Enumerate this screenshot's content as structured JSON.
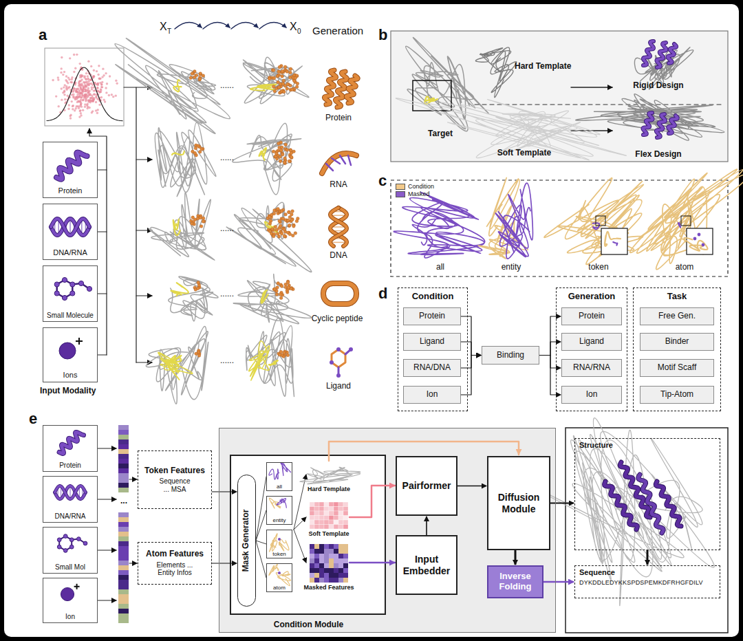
{
  "diagram": {
    "nodes": [
      {
        "text": [
          "Protein"
        ]
      },
      {
        "text": [
          "DNA/RNA"
        ]
      },
      {
        "text": [
          "Small Molecule"
        ]
      },
      {
        "text": [
          "Ions"
        ]
      },
      {
        "text": [
          "Condition"
        ]
      },
      {
        "text": [
          "Protein"
        ],
        "in": 4
      },
      {
        "text": [
          "Ligand"
        ],
        "in": 4
      },
      {
        "text": [
          "RNA/DNA"
        ],
        "in": 4
      },
      {
        "text": [
          "Ion"
        ],
        "in": 4
      },
      {
        "text": [
          "Binding"
        ]
      },
      {
        "text": [
          "Generation"
        ]
      },
      {
        "text": [
          "Protein"
        ],
        "in": 10
      },
      {
        "text": [
          "Ligand"
        ],
        "in": 10
      },
      {
        "text": [
          "RNA/RNA"
        ],
        "in": 10
      },
      {
        "text": [
          "Ion"
        ],
        "in": 10
      },
      {
        "text": [
          "Task"
        ]
      },
      {
        "text": [
          "Free Gen."
        ],
        "in": 15
      },
      {
        "text": [
          "Binder"
        ],
        "in": 15
      },
      {
        "text": [
          "Motif Scaff"
        ],
        "in": 15
      },
      {
        "text": [
          "Tip-Atom"
        ],
        "in": 15
      },
      {
        "text": [
          "Protein"
        ]
      },
      {
        "text": [
          "DNA/RNA"
        ]
      },
      {
        "text": [
          "Small Mol"
        ]
      },
      {
        "text": [
          "Ion"
        ]
      },
      {
        "text": [
          "Token Features",
          "Sequence ... MSA"
        ]
      },
      {
        "text": [
          "Atom Features",
          "Elements ... Entity Infos"
        ]
      },
      {
        "text": [
          "Condition Module"
        ]
      },
      {
        "text": [
          "Mask Generator"
        ],
        "in": 26
      },
      {
        "text": [
          "all"
        ],
        "in": 26
      },
      {
        "text": [
          "entity"
        ],
        "in": 26
      },
      {
        "text": [
          "token"
        ],
        "in": 26
      },
      {
        "text": [
          "atom"
        ],
        "in": 26
      },
      {
        "text": [
          "Pairformer"
        ],
        "in": 26
      },
      {
        "text": [
          "Input Embedder"
        ],
        "in": 26
      },
      {
        "text": [
          "Diffusion Module"
        ],
        "in": 26
      },
      {
        "text": [
          "Inverse Folding"
        ],
        "in": 26
      },
      {
        "text": [
          "Structure"
        ]
      },
      {
        "text": [
          "Sequence",
          "DYKDDLEDYKKSPDSPEMKDFRHGFDILV"
        ]
      }
    ],
    "edges": [
      {
        "from": 5,
        "to": 9,
        "arrow": "to"
      },
      {
        "from": 6,
        "to": 9,
        "arrow": "to"
      },
      {
        "from": 7,
        "to": 9,
        "arrow": "to"
      },
      {
        "from": 8,
        "to": 9,
        "arrow": "to"
      },
      {
        "from": 9,
        "to": 11,
        "arrow": "to"
      },
      {
        "from": 9,
        "to": 12,
        "arrow": "to"
      },
      {
        "from": 9,
        "to": 13,
        "arrow": "to"
      },
      {
        "from": 9,
        "to": 14,
        "arrow": "to"
      },
      {
        "from": 24,
        "to": 27,
        "arrow": "to"
      },
      {
        "from": 25,
        "to": 27,
        "arrow": "to"
      },
      {
        "from": 33,
        "to": 32,
        "arrow": "to"
      },
      {
        "from": 32,
        "to": 34,
        "arrow": "to"
      },
      {
        "from": 34,
        "to": 35,
        "arrow": "to"
      },
      {
        "from": 34,
        "to": 36,
        "arrow": "to"
      },
      {
        "from": 35,
        "to": 37,
        "arrow": "to"
      },
      {
        "from": 36,
        "to": 37,
        "arrow": "to"
      }
    ],
    "labels": [
      "a",
      "X",
      "T",
      "X",
      "0",
      "Generation",
      "......",
      "......",
      "......",
      "......",
      "......",
      "Protein",
      "RNA",
      "DNA",
      "Cyclic peptide",
      "Ligand",
      "Input Modality",
      "b",
      "Target",
      "Hard Template",
      "Rigid Design",
      "Soft Template",
      "Flex Design",
      "c",
      "all",
      "entity",
      "token",
      "atom",
      "d",
      "e",
      "...",
      "Hard Template",
      "Soft Template",
      "Masked Features"
    ],
    "legend": [
      {
        "text": "Condition",
        "color": "#f2c98a"
      },
      {
        "text": "Masked",
        "color": "#8a5cc8"
      }
    ]
  }
}
